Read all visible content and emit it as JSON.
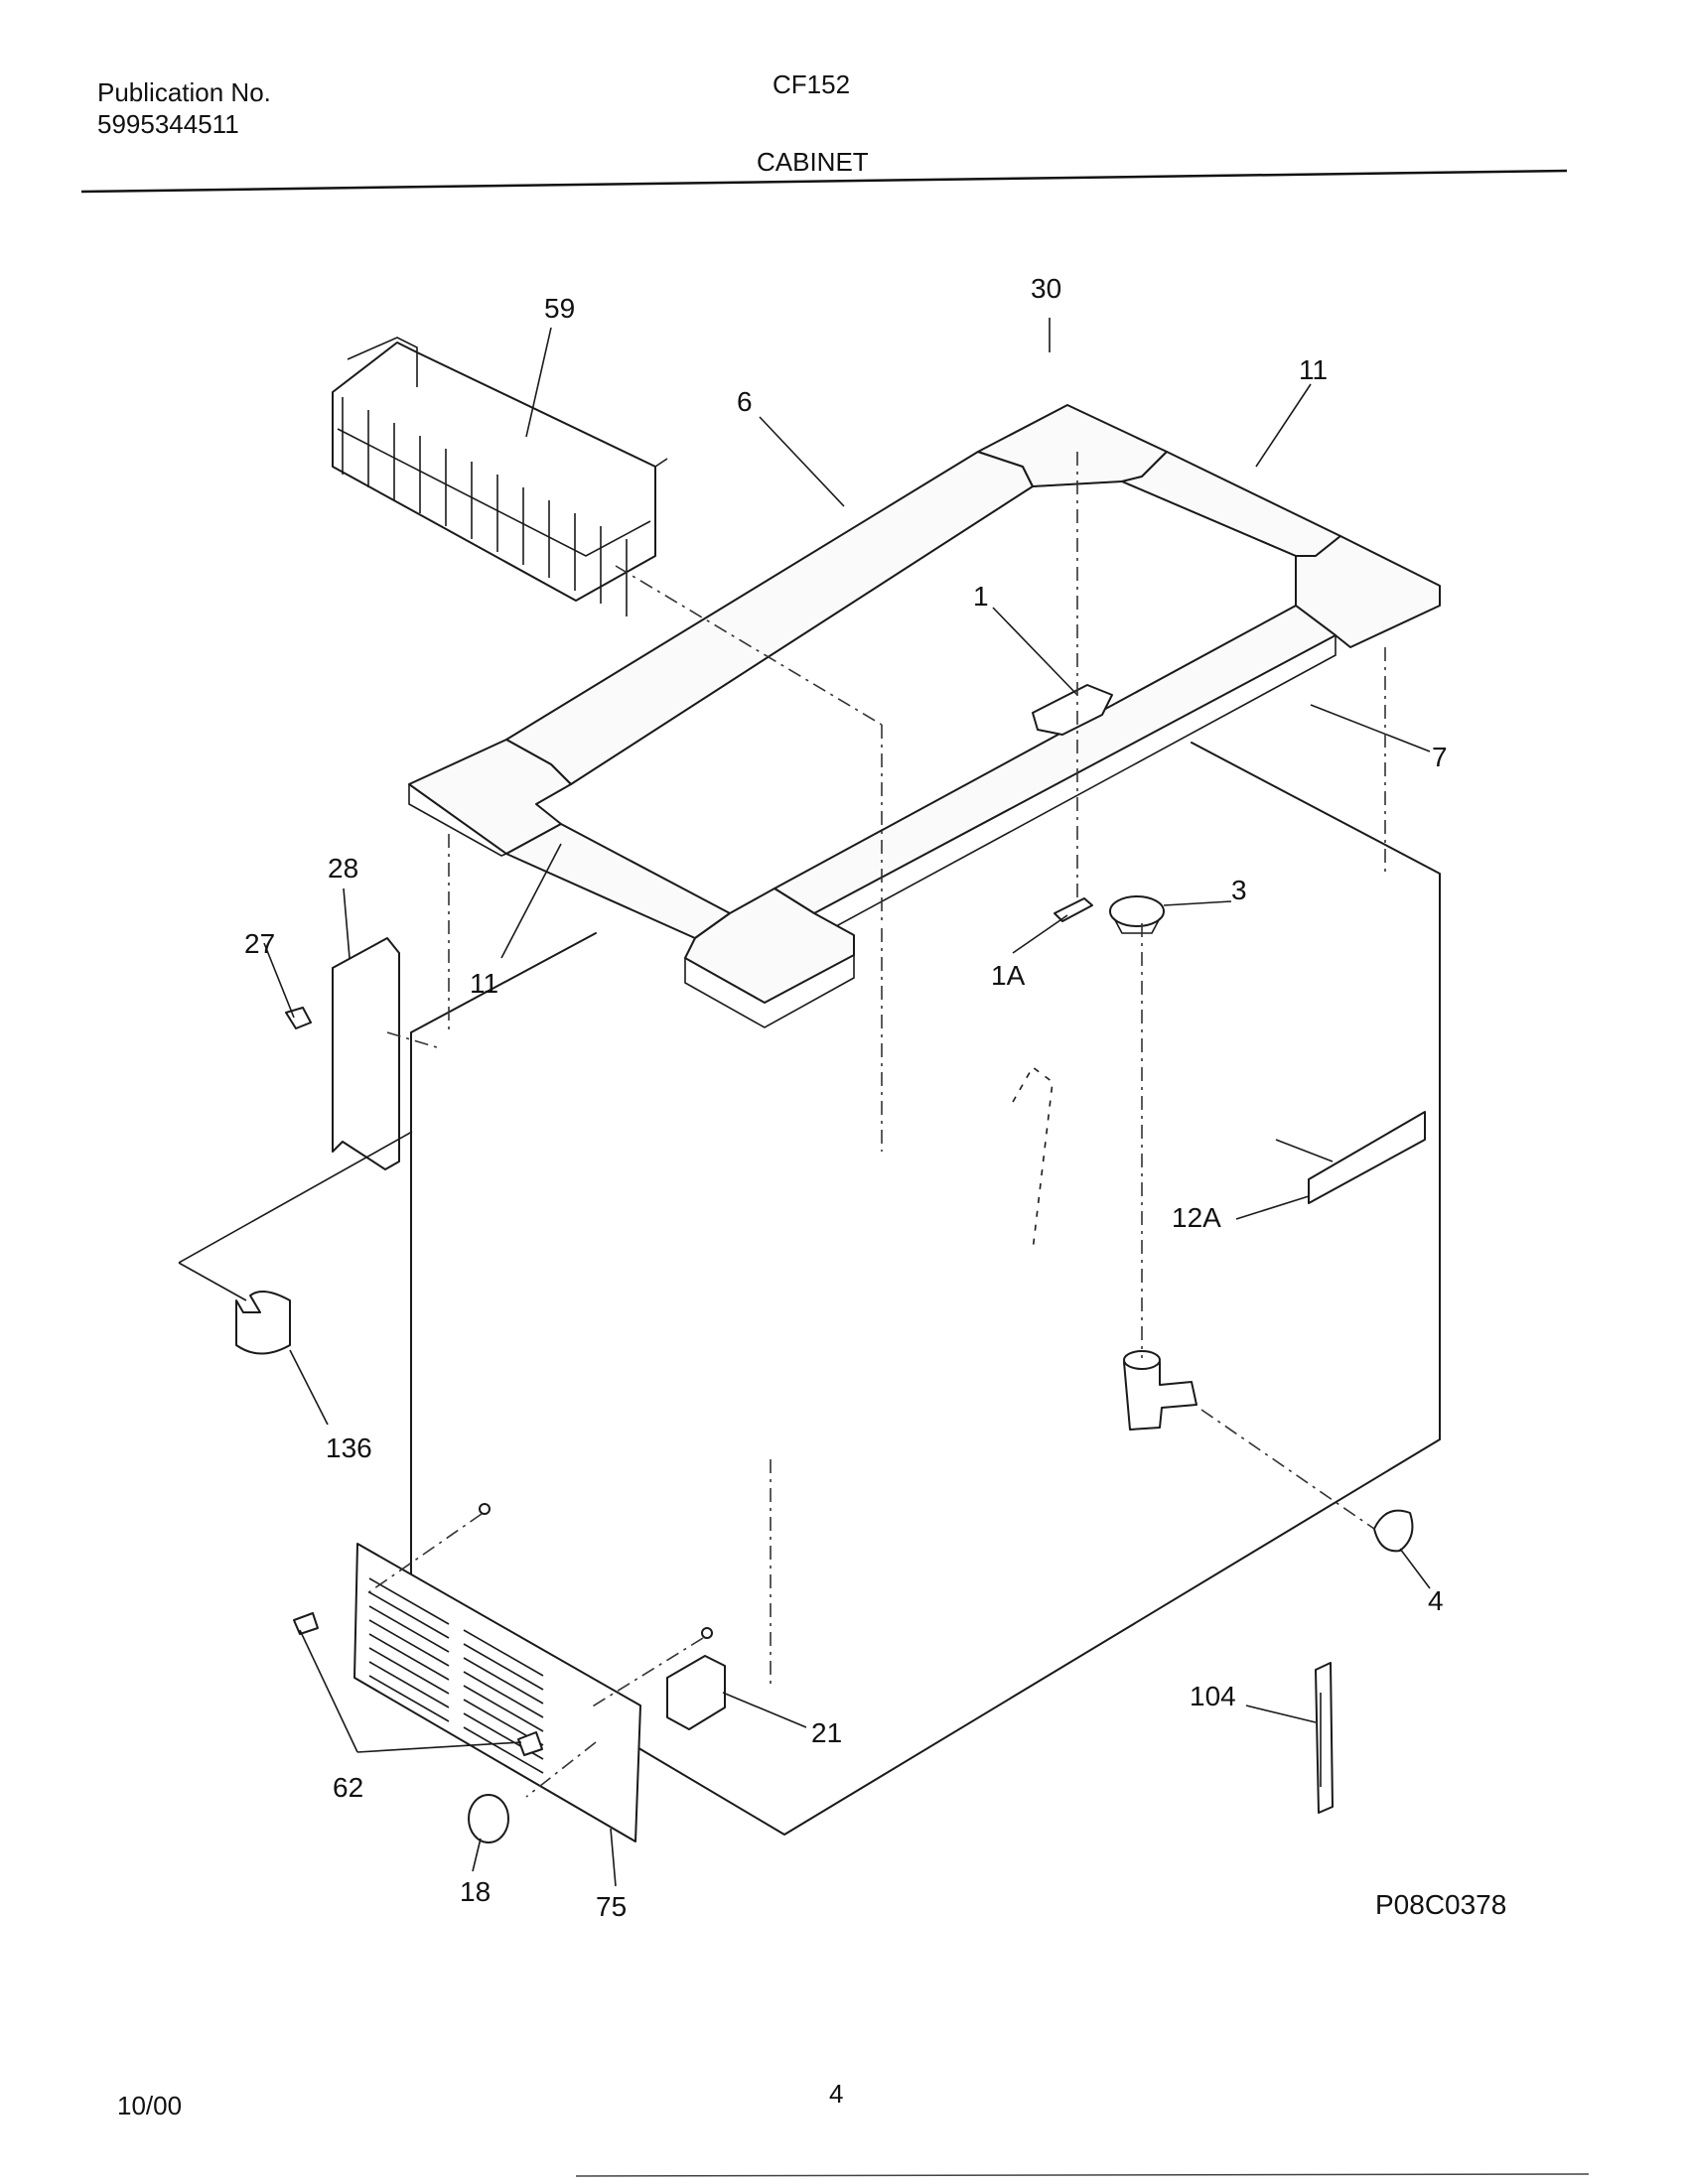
{
  "header": {
    "publication_label": "Publication No.",
    "publication_number": "5995344511",
    "model": "CF152",
    "section": "CABINET"
  },
  "footer": {
    "date": "10/00",
    "page_number": "4"
  },
  "diagram": {
    "drawing_number": "P08C0378",
    "callouts": {
      "c59": "59",
      "c30": "30",
      "c11_top": "11",
      "c6": "6",
      "c1": "1",
      "c7": "7",
      "c28": "28",
      "c27": "27",
      "c11_bottom": "11",
      "c1A": "1A",
      "c3": "3",
      "c12A": "12A",
      "c136": "136",
      "c4": "4",
      "c104": "104",
      "c21": "21",
      "c62": "62",
      "c18": "18",
      "c75": "75"
    }
  }
}
